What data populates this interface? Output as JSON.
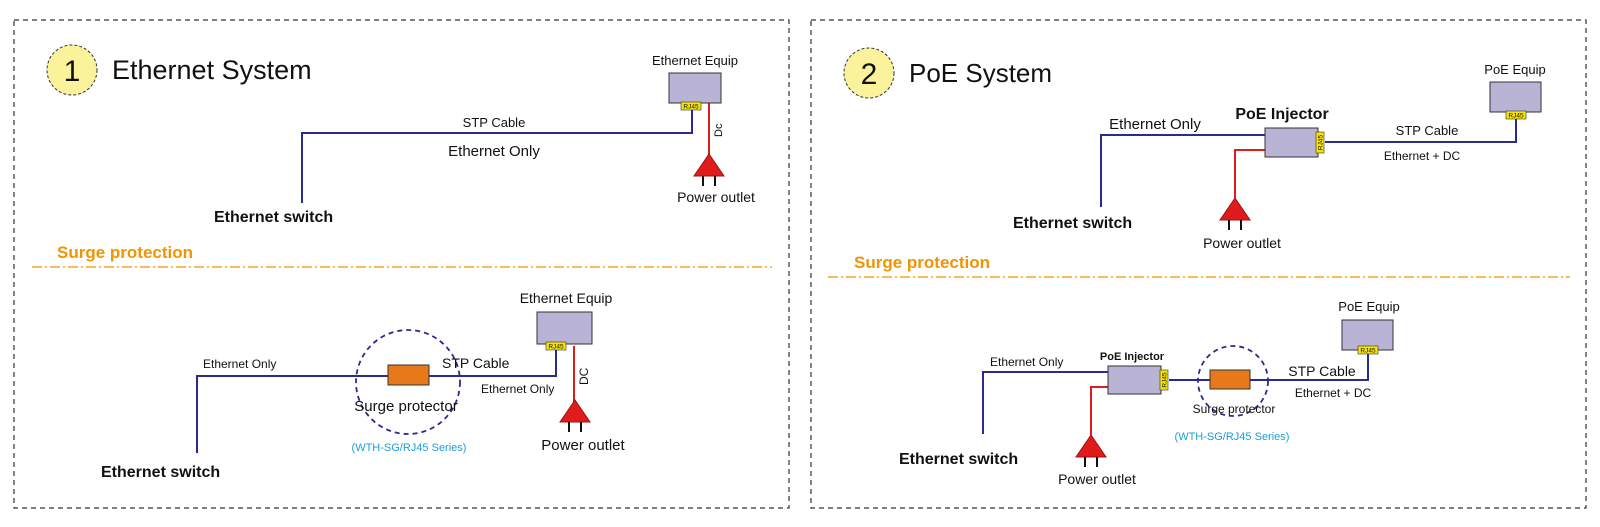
{
  "panel1": {
    "number": "1",
    "title": "Ethernet System",
    "top": {
      "equip_label": "Ethernet Equip",
      "port_label": "RJ45",
      "cable_label": "STP Cable",
      "signal_label": "Ethernet Only",
      "dc_label": "Dc",
      "power_label": "Power outlet",
      "switch_label": "Ethernet switch"
    },
    "section_label": "Surge protection",
    "bottom": {
      "equip_label": "Ethernet Equip",
      "port_label": "RJ45",
      "left_signal_label": "Ethernet Only",
      "cable_label": "STP Cable",
      "right_signal_label": "Ethernet Only",
      "dc_label": "DC",
      "power_label": "Power outlet",
      "protector_label": "Surge protector",
      "series_label": "(WTH-SG/RJ45 Series)",
      "switch_label": "Ethernet switch"
    }
  },
  "panel2": {
    "number": "2",
    "title": "PoE System",
    "top": {
      "equip_label": "PoE Equip",
      "port_label": "RJ45",
      "injector_label": "PoE Injector",
      "injector_port_label": "RJ45",
      "signal_label": "Ethernet Only",
      "cable_label": "STP Cable",
      "combined_label": "Ethernet + DC",
      "power_label": "Power outlet",
      "switch_label": "Ethernet switch"
    },
    "section_label": "Surge protection",
    "bottom": {
      "equip_label": "PoE Equip",
      "port_label": "RJ45",
      "injector_label": "PoE Injector",
      "injector_port_label": "RJ45",
      "signal_label": "Ethernet Only",
      "cable_label": "STP Cable",
      "combined_label": "Ethernet + DC",
      "protector_label": "Surge protector",
      "series_label": "(WTH-SG/RJ45 Series)",
      "power_label": "Power outlet",
      "switch_label": "Ethernet switch"
    }
  },
  "colors": {
    "line": "#2b2b8c",
    "power_line": "#e01b1b",
    "device_fill": "#b9b4d6",
    "protector_fill": "#e8791a",
    "badge_fill": "#fbf39c",
    "port_fill": "#f7e400",
    "section_color": "#f29400",
    "series_color": "#1aa0d8"
  }
}
